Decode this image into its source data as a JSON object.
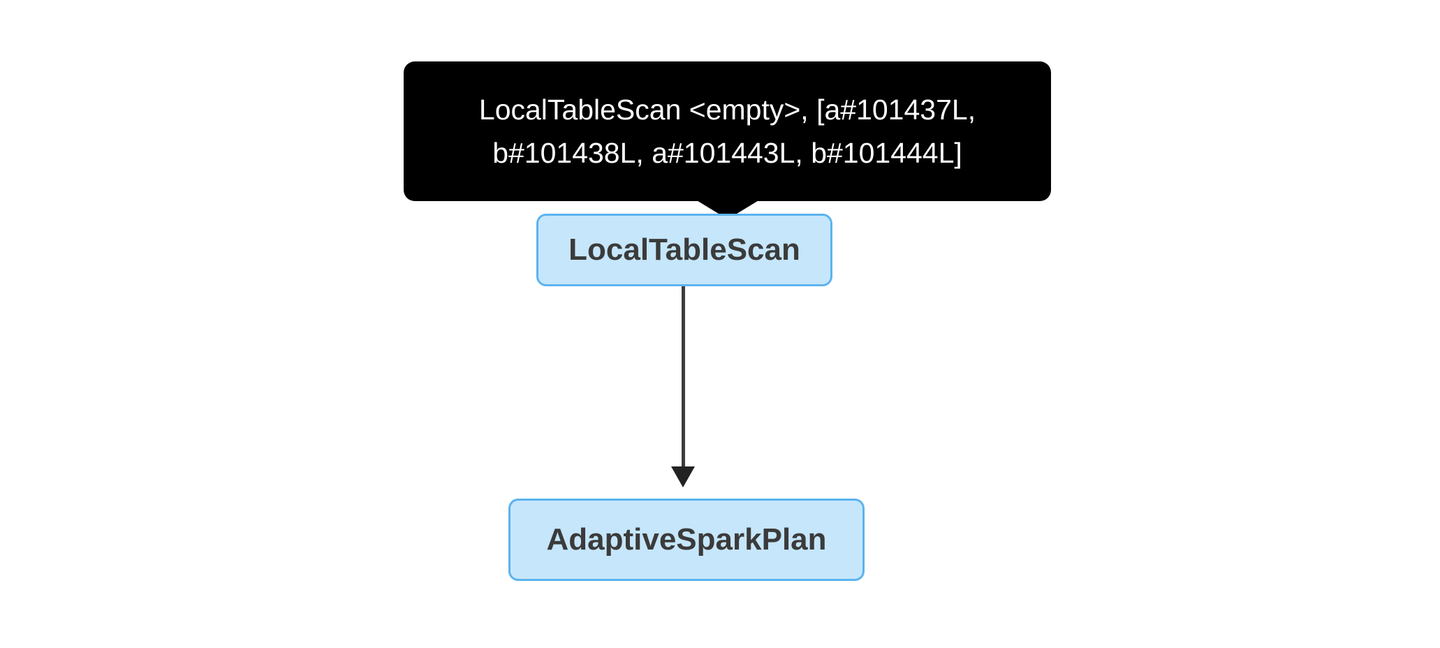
{
  "diagram": {
    "type": "spark-plan-graph",
    "background_color": "#ffffff",
    "tooltip": {
      "text_full": "LocalTableScan <empty>, [a#101437L, b#101438L, a#101443L, b#101444L]",
      "lines": [
        "LocalTableScan <empty>, [a#101437L,",
        "b#101438L, a#101443L, b#101444L]"
      ],
      "background_color": "#000000",
      "text_color": "#ffffff"
    },
    "nodes": [
      {
        "id": "localtablescan",
        "label": "LocalTableScan",
        "fill_color": "#c6e6fb",
        "border_color": "#5cb3ef",
        "text_color": "#3b3b3b"
      },
      {
        "id": "adaptivesparkplan",
        "label": "AdaptiveSparkPlan",
        "fill_color": "#c6e6fb",
        "border_color": "#5cb3ef",
        "text_color": "#3b3b3b"
      }
    ],
    "edges": [
      {
        "from": "localtablescan",
        "to": "adaptivesparkplan",
        "color": "#3d3d3d",
        "arrow": "down"
      }
    ]
  }
}
